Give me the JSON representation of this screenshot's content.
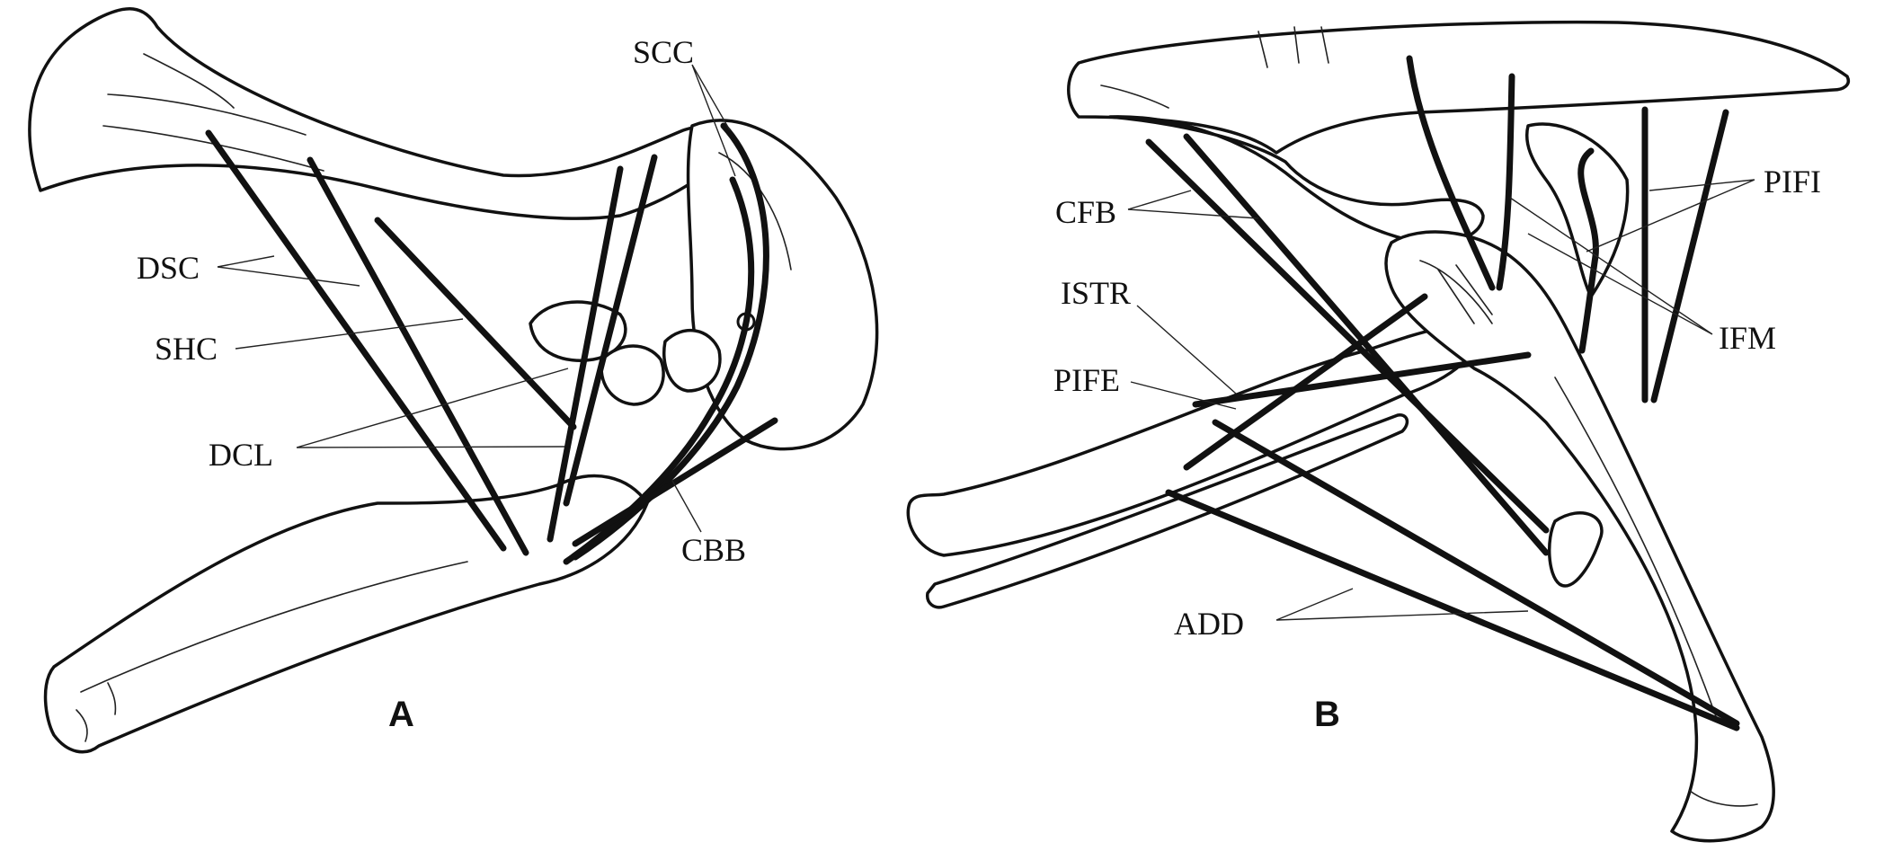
{
  "panels": {
    "a": {
      "letter": "A"
    },
    "b": {
      "letter": "B"
    }
  },
  "labels_a": {
    "scc": "SCC",
    "dsc": "DSC",
    "shc": "SHC",
    "dcl": "DCL",
    "cbb": "CBB"
  },
  "labels_b": {
    "cfb": "CFB",
    "pifi": "PIFI",
    "istr": "ISTR",
    "pife": "PIFE",
    "ifm": "IFM",
    "add": "ADD"
  },
  "colors": {
    "ink": "#111111",
    "background": "#ffffff"
  }
}
